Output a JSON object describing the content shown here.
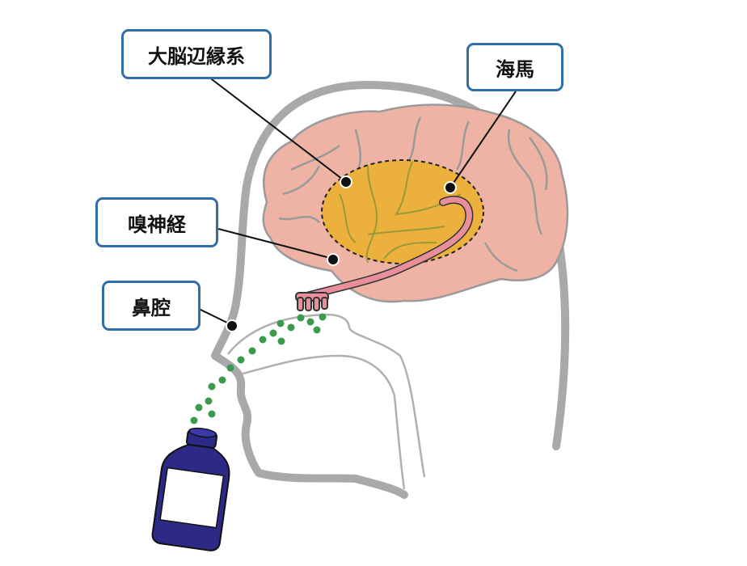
{
  "labels": {
    "limbic_system": "大脳辺縁系",
    "hippocampus": "海馬",
    "olfactory_nerve": "嗅神経",
    "nasal_cavity": "鼻腔"
  },
  "colors": {
    "label_border": "#2f6ea8",
    "head_outline": "#a9a9a9",
    "brain": "#eeb3a5",
    "limbic": "#ecb03c",
    "nerve": "#e98f9c",
    "spray": "#3c9a4c",
    "bottle_cap": "#2c2a86"
  }
}
